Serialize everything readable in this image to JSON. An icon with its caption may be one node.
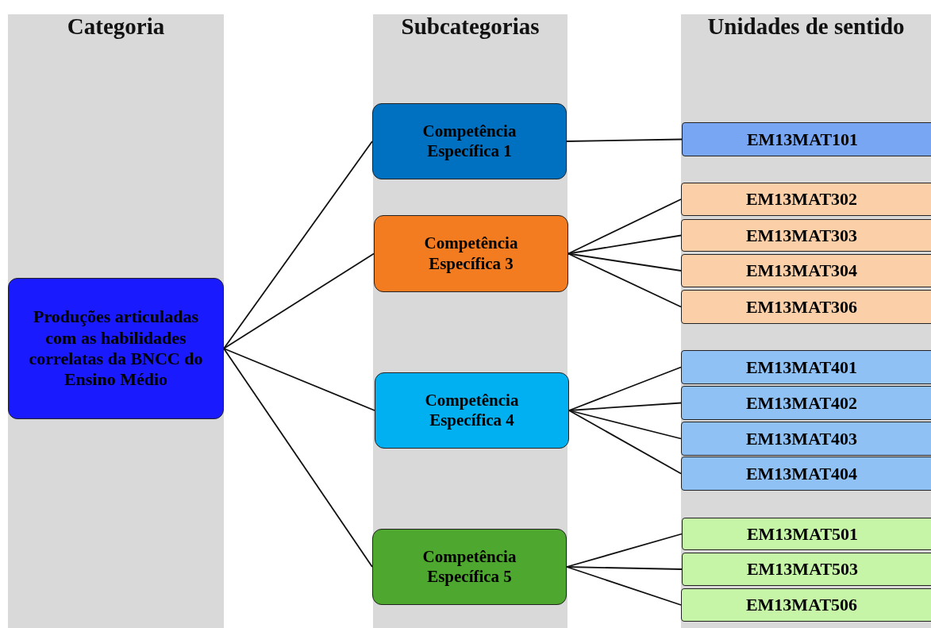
{
  "diagram": {
    "nodes": [
      {
        "text": [
          "Categoria"
        ]
      },
      {
        "text": [
          "Produções articuladas com as habilidades correlatas da BNCC do Ensino Médio"
        ],
        "in": 0
      },
      {
        "text": [
          "Subcategorias"
        ]
      },
      {
        "text": [
          "Competência Específica 1"
        ],
        "in": 2
      },
      {
        "text": [
          "Competência Específica 3"
        ],
        "in": 2
      },
      {
        "text": [
          "Competência Específica 4"
        ],
        "in": 2
      },
      {
        "text": [
          "Competência Específica 5"
        ],
        "in": 2
      },
      {
        "text": [
          "Unidades de sentido"
        ]
      },
      {
        "text": [
          "EM13MAT101"
        ],
        "in": 7
      },
      {
        "text": [
          "EM13MAT302"
        ],
        "in": 7
      },
      {
        "text": [
          "EM13MAT303"
        ],
        "in": 7
      },
      {
        "text": [
          "EM13MAT304"
        ],
        "in": 7
      },
      {
        "text": [
          "EM13MAT306"
        ],
        "in": 7
      },
      {
        "text": [
          "EM13MAT401"
        ],
        "in": 7
      },
      {
        "text": [
          "EM13MAT402"
        ],
        "in": 7
      },
      {
        "text": [
          "EM13MAT403"
        ],
        "in": 7
      },
      {
        "text": [
          "EM13MAT404"
        ],
        "in": 7
      },
      {
        "text": [
          "EM13MAT501"
        ],
        "in": 7
      },
      {
        "text": [
          "EM13MAT503"
        ],
        "in": 7
      },
      {
        "text": [
          "EM13MAT506"
        ],
        "in": 7
      }
    ],
    "edges": [
      {
        "from": 1,
        "to": 3,
        "arrow": "none"
      },
      {
        "from": 1,
        "to": 4,
        "arrow": "none"
      },
      {
        "from": 1,
        "to": 5,
        "arrow": "none"
      },
      {
        "from": 1,
        "to": 6,
        "arrow": "none"
      },
      {
        "from": 3,
        "to": 8,
        "arrow": "none"
      },
      {
        "from": 4,
        "to": 9,
        "arrow": "none"
      },
      {
        "from": 4,
        "to": 10,
        "arrow": "none"
      },
      {
        "from": 4,
        "to": 11,
        "arrow": "none"
      },
      {
        "from": 4,
        "to": 12,
        "arrow": "none"
      },
      {
        "from": 5,
        "to": 13,
        "arrow": "none"
      },
      {
        "from": 5,
        "to": 14,
        "arrow": "none"
      },
      {
        "from": 5,
        "to": 15,
        "arrow": "none"
      },
      {
        "from": 5,
        "to": 16,
        "arrow": "none"
      },
      {
        "from": 6,
        "to": 17,
        "arrow": "none"
      },
      {
        "from": 6,
        "to": 18,
        "arrow": "none"
      },
      {
        "from": 6,
        "to": 19,
        "arrow": "none"
      }
    ]
  }
}
